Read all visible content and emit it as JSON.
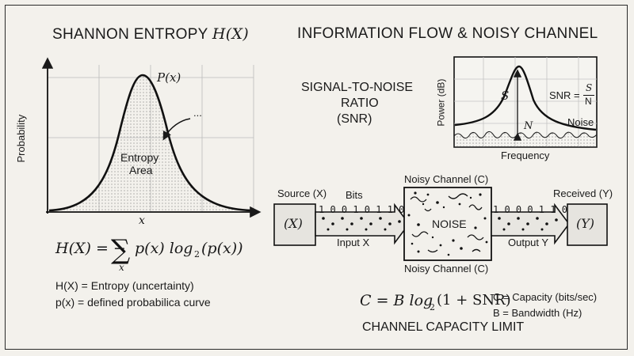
{
  "left": {
    "title": "SHANNON ENTROPY",
    "title_math": "H(X)",
    "curve_label": "P(x)",
    "arrow_label": "...",
    "area_label_1": "Entropy",
    "area_label_2": "Area",
    "y_axis_label": "Probability",
    "x_axis_label": "x",
    "formula_lhs": "H(X) = −",
    "formula_sum_sub": "x",
    "formula_rhs": "p(x) log",
    "formula_log_sub": "2",
    "formula_tail": "(p(x))",
    "def1": "H(X) = Entropy (uncertainty)",
    "def2": "p(x) = defined probabilica curve"
  },
  "right": {
    "title": "INFORMATION FLOW & NOISY CHANNEL",
    "snr_title_1": "SIGNAL-TO-NOISE",
    "snr_title_2": "RATIO",
    "snr_title_3": "(SNR)",
    "snr_chart": {
      "y_label": "Power (dB)",
      "x_label": "Frequency",
      "signal_label": "S",
      "noise_marker": "N",
      "noise_label": "Noise",
      "snr_formula": "SNR =",
      "snr_num": "S",
      "snr_den": "N"
    },
    "channel": {
      "source_label": "Source (X)",
      "source_box": "(X)",
      "bits_label": "Bits",
      "input_bits": "1 0 0 1 0 1 1 0",
      "input_label": "Input X",
      "channel_top": "Noisy Channel (C)",
      "channel_bottom": "Noisy Channel (C)",
      "noise_word": "NOISE",
      "output_bits": "1 0 0 0 1 1 0",
      "output_label": "Output Y",
      "received_label": "Received (Y)",
      "received_box": "(Y)"
    },
    "capacity": {
      "formula": "C = B log",
      "formula_sub": "2",
      "formula_tail": "(1 + SNR)",
      "def_c": "C = Capacity (bits/sec)",
      "def_b": "B = Bandwidth (Hz)",
      "limit_label": "CHANNEL CAPACITY LIMIT"
    }
  }
}
